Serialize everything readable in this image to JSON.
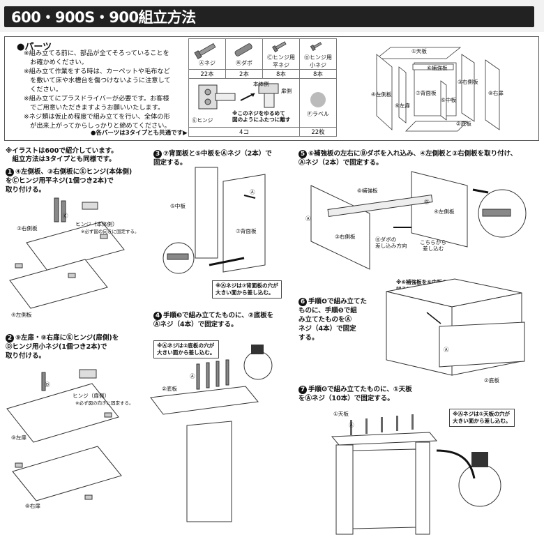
{
  "header": {
    "title": "600・900S・900組立方法"
  },
  "parts": {
    "heading": "●パーツ",
    "notes": [
      "※組み立てる前に、部品が全てそろっていることを",
      "　お確かめください。",
      "※組み立て作業をする時は、カーペットや毛布など",
      "　を敷いて床や水槽台を傷つけないように注意して",
      "　ください。",
      "※組み立てにプラスドライバーが必要です。お客様",
      "　でご用意いただきますようお願いいたします。",
      "※ネジ類は仮止め程度で組み立てを行い、全体の形",
      "　が出来上がってからしっかりと締めてください。"
    ],
    "common_note": "●各パーツは3タイプとも共通です▶",
    "table": {
      "screw_label": "Ⓐネジ",
      "screw_qty": "22本",
      "dowel_label": "Ⓑダボ",
      "dowel_qty": "2本",
      "hinge_flat_label_1": "Ⓒヒンジ用",
      "hinge_flat_label_2": "平ネジ",
      "hinge_flat_qty": "8本",
      "hinge_small_label_1": "Ⓓヒンジ用",
      "hinge_small_label_2": "小ネジ",
      "hinge_small_qty": "8本",
      "hinge_label": "Ⓔヒンジ",
      "hinge_qty": "4コ",
      "hinge_body_side": "本体側",
      "hinge_door_side": "扉側",
      "hinge_warning_1": "※このネジをゆるめて",
      "hinge_warning_2": "図のようにふたつに離す",
      "label_label": "Ⓕラベル",
      "label_qty": "22枚"
    },
    "exploded": {
      "top": "①天板",
      "reinforce": "⑥補強板",
      "left_side": "④左側板",
      "back": "⑦背面板",
      "right_side": "③右側板",
      "left_door": "⑨左扉",
      "middle": "⑤中板",
      "right_door": "⑧右扉",
      "bottom": "②底板"
    }
  },
  "intro": {
    "line1": "※イラストは600で紹介しています。",
    "line2": "　組立方法は3タイプとも同様です。"
  },
  "steps": {
    "s1": {
      "num": "1",
      "l1": "④左側板、③右側板にⒺヒンジ(本体側)",
      "l2": "をⒸヒンジ用平ネジ(1個つき2本)で",
      "l3": "取り付ける。",
      "hinge": "ヒンジ（本体側）",
      "hinge_note": "※必ず図の向きに固定する。",
      "right": "③右側板",
      "left": "④左側板",
      "c": "Ⓒ"
    },
    "s2": {
      "num": "2",
      "l1": "⑨左扉・⑧右扉にⒺヒンジ(扉側)を",
      "l2": "Ⓓヒンジ用小ネジ(1個つき2本)で",
      "l3": "取り付ける。",
      "hinge": "ヒンジ（扉側）",
      "hinge_note": "※必ず図の向きに固定する。",
      "left": "⑨左扉",
      "right": "⑧右扉",
      "d": "Ⓓ"
    },
    "s3": {
      "num": "3",
      "l1": "⑦背面板と⑤中板をⒶネジ（2本）で",
      "l2": "固定する。",
      "middle": "⑤中板",
      "back": "⑦背面板",
      "note1": "※Ⓐネジは⑦背面板の穴が",
      "note2": "大きい面から差し込む。",
      "a": "Ⓐ"
    },
    "s4": {
      "num": "4",
      "l1": "手順❸で組み立てたものに、②底板を",
      "l2": "Ⓐネジ（4本）で固定する。",
      "note1": "※Ⓐネジは②底板の穴が",
      "note2": "大きい面から差し込む。",
      "bottom": "②底板",
      "a": "Ⓐ"
    },
    "s5": {
      "num": "5",
      "l1": "⑥補強板の左右にⒷダボを入れ込み、④左側板と③右側板を取り付け、",
      "l2": "Ⓐネジ（2本）で固定する。",
      "reinforce": "⑥補強板",
      "left": "④左側板",
      "right": "③右側板",
      "dowel_1": "Ⓑダボの",
      "dowel_2": "差し込み方向",
      "here_1": "こちらから",
      "here_2": "差し込む",
      "a": "Ⓐ",
      "b": "Ⓑ"
    },
    "s6": {
      "num": "6",
      "l1": "手順❹で組み立てた",
      "l2": "ものに、手順❺で組",
      "l3": "み立てたものをⒶ",
      "l4": "ネジ（4本）で固定",
      "l5": "する。",
      "note1": "※⑥補強板を⑤中板の",
      "note2": "凹みに取り付ける。",
      "bottom": "②底板",
      "a": "Ⓐ"
    },
    "s7": {
      "num": "7",
      "l1": "手順❻で組み立てたものに、①天板",
      "l2": "をⒶネジ（10本）で固定する。",
      "top": "①天板",
      "note1": "※Ⓐネジは①天板の穴が",
      "note2": "大きい面から差し込む。",
      "a": "Ⓐ"
    }
  }
}
